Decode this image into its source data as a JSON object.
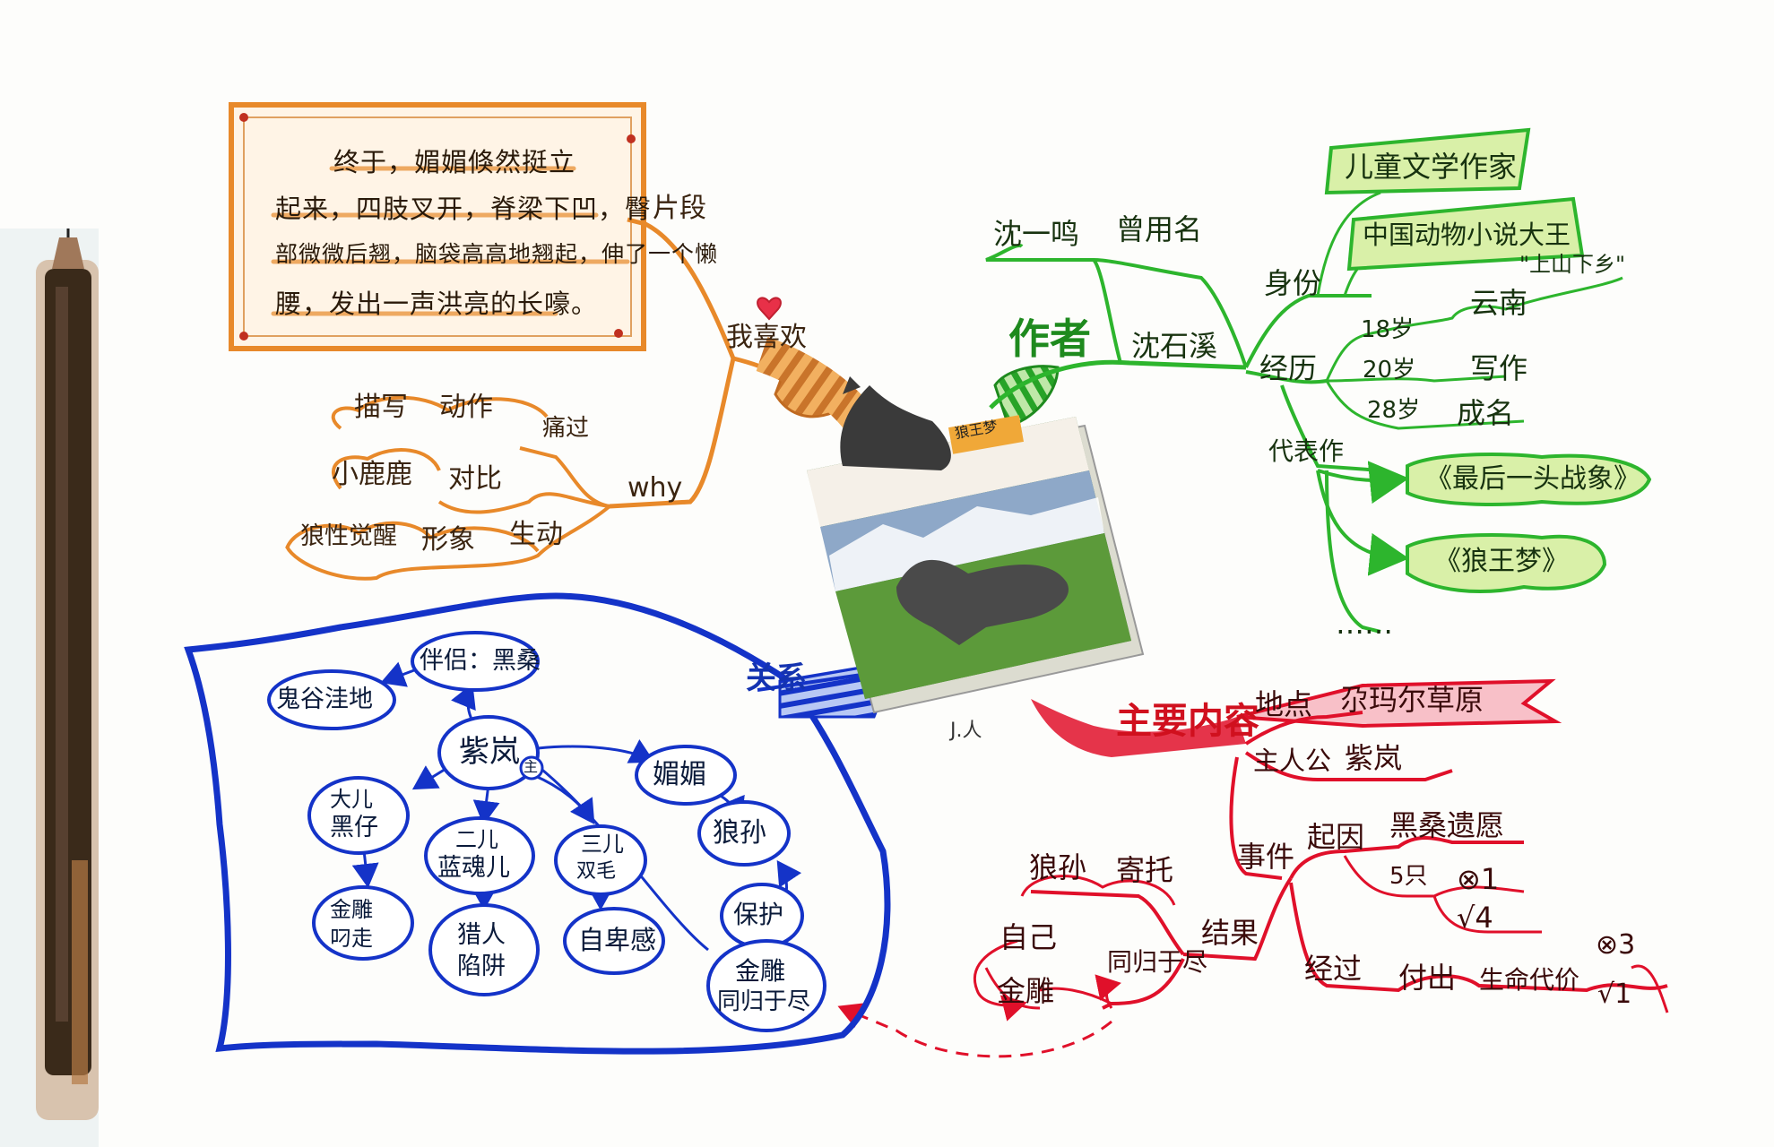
{
  "colors": {
    "orange": "#e8892a",
    "green": "#2db52d",
    "red": "#e0102a",
    "blue": "#1433c8",
    "pen_body": "#3a2a1a",
    "pen_cap": "#b57a46"
  },
  "book": {
    "title": "狼王梦",
    "bottom_label": "J.人"
  },
  "quote": {
    "lines": [
      "终于，媚媚倏然挺立",
      "起来，四肢叉开，脊梁下凹，臀",
      "部微微后翘，脑袋高高地翘起，伸了一个懒",
      "腰，发出一声洪亮的长嚎。"
    ]
  },
  "orange_branch": {
    "main": "我喜欢",
    "paragraph": "片段",
    "why": "why",
    "row1": [
      "描写",
      "动作",
      "痛过"
    ],
    "row2": [
      "小鹿鹿",
      "对比"
    ],
    "row3": [
      "狼性觉醒",
      "形象",
      "生动"
    ]
  },
  "author": {
    "main": "作者",
    "name": "沈石溪",
    "former_name_label": "曾用名",
    "former_name": "沈一鸣",
    "identity_label": "身份",
    "identity": [
      "儿童文学作家",
      "中国动物小说大王"
    ],
    "experience_label": "经历",
    "experience": [
      {
        "age": "18岁",
        "event": "云南",
        "note": "\"上山下乡\""
      },
      {
        "age": "20岁",
        "event": "写作"
      },
      {
        "age": "28岁",
        "event": "成名"
      }
    ],
    "works_label": "代表作",
    "works": [
      "《最后一头战象》",
      "《狼王梦》"
    ],
    "more": "……"
  },
  "content": {
    "main": "主要内容",
    "place_label": "地点",
    "place": "尕玛尔草原",
    "protagonist_label": "主人公",
    "protagonist": "紫岚",
    "event_label": "事件",
    "cause_label": "起因",
    "cause": "黑桑遗愿",
    "counts": [
      "5只",
      "⊗1",
      "√4"
    ],
    "process_label": "经过",
    "process": [
      "付出",
      "生命代价"
    ],
    "process_counts": [
      "⊗3",
      "√1"
    ],
    "result_label": "结果",
    "result": "同归于尽",
    "result_left": [
      "自己",
      "金雕"
    ],
    "result_top": [
      "狼孙",
      "寄托"
    ]
  },
  "relations": {
    "main": "关系",
    "spouse": "伴侣：黑桑",
    "spouse_fate": "鬼谷洼地",
    "center": "紫岚",
    "center_mark": "主",
    "children": [
      {
        "name": [
          "大儿",
          "黑仔"
        ],
        "fate": [
          "金雕",
          "叼走"
        ]
      },
      {
        "name": [
          "二儿",
          "蓝魂儿"
        ],
        "fate": [
          "猎人",
          "陷阱"
        ]
      },
      {
        "name": [
          "三儿",
          "双毛"
        ],
        "fate": [
          "自卑感"
        ]
      }
    ],
    "daughter": "媚媚",
    "grandchild": "狼孙",
    "protect": "保护",
    "final": [
      "金雕",
      "同归于尽"
    ]
  }
}
